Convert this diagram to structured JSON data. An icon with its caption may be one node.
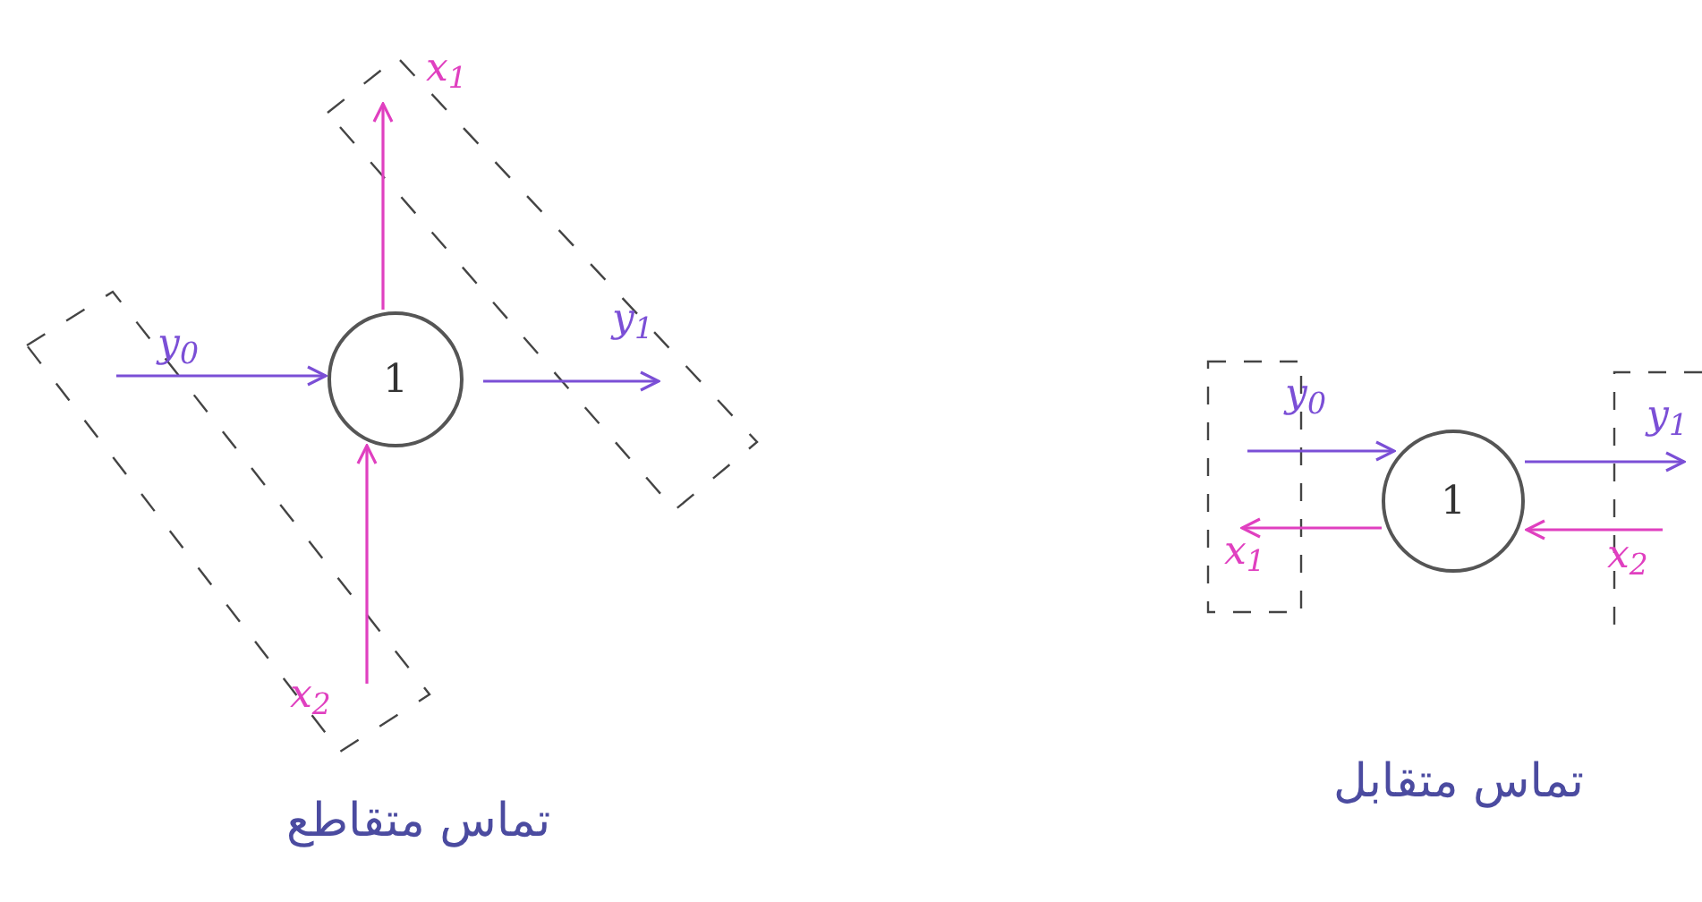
{
  "diagram": {
    "nodes": [
      {
        "text": [
          "1"
        ]
      },
      {
        "text": [
          "1"
        ]
      }
    ],
    "labels": [
      "تماس متقاطع",
      "تماس متقابل"
    ],
    "edges": [
      {
        "from": null,
        "to": 0,
        "arrow": "to",
        "label": "y$_{0}$",
        "color": "#7b4fd6"
      },
      {
        "from": 0,
        "to": null,
        "arrow": "to",
        "label": "y$_{1}$",
        "color": "#7b4fd6"
      },
      {
        "from": 0,
        "to": null,
        "arrow": "to",
        "label": "x$_{1}$",
        "color": "#e040c0"
      },
      {
        "from": null,
        "to": 0,
        "arrow": "to",
        "label": "x$_{2}$",
        "color": "#e040c0"
      },
      {
        "from": null,
        "to": 1,
        "arrow": "to",
        "label": "y$_{0}$",
        "color": "#7b4fd6"
      },
      {
        "from": 1,
        "to": null,
        "arrow": "to",
        "label": "y$_{1}$",
        "color": "#7b4fd6"
      },
      {
        "from": 1,
        "to": null,
        "arrow": "to",
        "label": "x$_{1}$",
        "color": "#e040c0"
      },
      {
        "from": null,
        "to": 1,
        "arrow": "to",
        "label": "x$_{2}$",
        "color": "#e040c0"
      }
    ]
  }
}
